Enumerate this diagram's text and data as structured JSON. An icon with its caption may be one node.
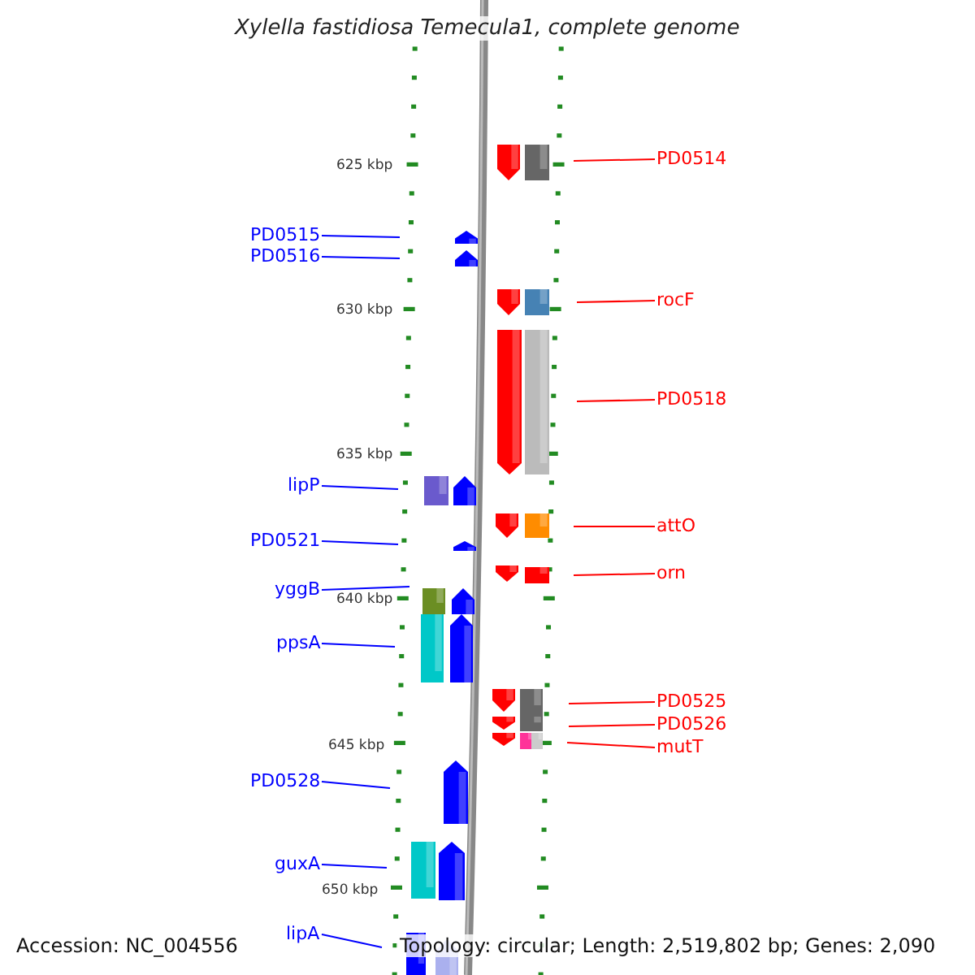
{
  "diagram": {
    "title": "Xylella fastidiosa Temecula1, complete genome",
    "nodes": [
      {
        "text": [
          "PD0514"
        ]
      },
      {
        "text": [
          "PD0515"
        ]
      },
      {
        "text": [
          "PD0516"
        ]
      },
      {
        "text": [
          "rocF"
        ]
      },
      {
        "text": [
          "PD0518"
        ]
      },
      {
        "text": [
          "lipP"
        ]
      },
      {
        "text": [
          "attO"
        ]
      },
      {
        "text": [
          "PD0521"
        ]
      },
      {
        "text": [
          "orn"
        ]
      },
      {
        "text": [
          "yggB"
        ]
      },
      {
        "text": [
          "ppsA"
        ]
      },
      {
        "text": [
          "PD0525"
        ]
      },
      {
        "text": [
          "PD0526"
        ]
      },
      {
        "text": [
          "mutT"
        ]
      },
      {
        "text": [
          "PD0528"
        ]
      },
      {
        "text": [
          "guxA"
        ]
      },
      {
        "text": [
          "lipA"
        ]
      }
    ],
    "edges": [
      {
        "from": 0,
        "to": null,
        "arrow": "none",
        "color": "#ff0000"
      },
      {
        "from": 1,
        "to": null,
        "arrow": "none"
      },
      {
        "from": 2,
        "to": null,
        "arrow": "none"
      },
      {
        "from": 3,
        "to": null,
        "arrow": "none",
        "color": "#ff0000"
      },
      {
        "from": 4,
        "to": null,
        "arrow": "none",
        "color": "#ff0000"
      },
      {
        "from": 5,
        "to": null,
        "arrow": "none"
      },
      {
        "from": 6,
        "to": null,
        "arrow": "none",
        "color": "#ff0000"
      },
      {
        "from": 7,
        "to": null,
        "arrow": "none"
      },
      {
        "from": 8,
        "to": null,
        "arrow": "none",
        "color": "#ff0000"
      },
      {
        "from": 9,
        "to": null,
        "arrow": "none"
      },
      {
        "from": 10,
        "to": null,
        "arrow": "none"
      },
      {
        "from": 11,
        "to": null,
        "arrow": "none",
        "color": "#ff0000"
      },
      {
        "from": 12,
        "to": null,
        "arrow": "none",
        "color": "#ff0000"
      },
      {
        "from": 13,
        "to": null,
        "arrow": "none",
        "color": "#ff0000"
      },
      {
        "from": 14,
        "to": null,
        "arrow": "none"
      },
      {
        "from": 15,
        "to": null,
        "arrow": "none"
      },
      {
        "from": 16,
        "to": null,
        "arrow": "none"
      }
    ],
    "labels": [
      "625 kbp",
      "630 kbp",
      "635 kbp",
      "640 kbp",
      "645 kbp",
      "650 kbp",
      "Accession: NC_004556",
      "Topology: circular; Length: 2,519,802 bp; Genes: 2,090"
    ]
  }
}
